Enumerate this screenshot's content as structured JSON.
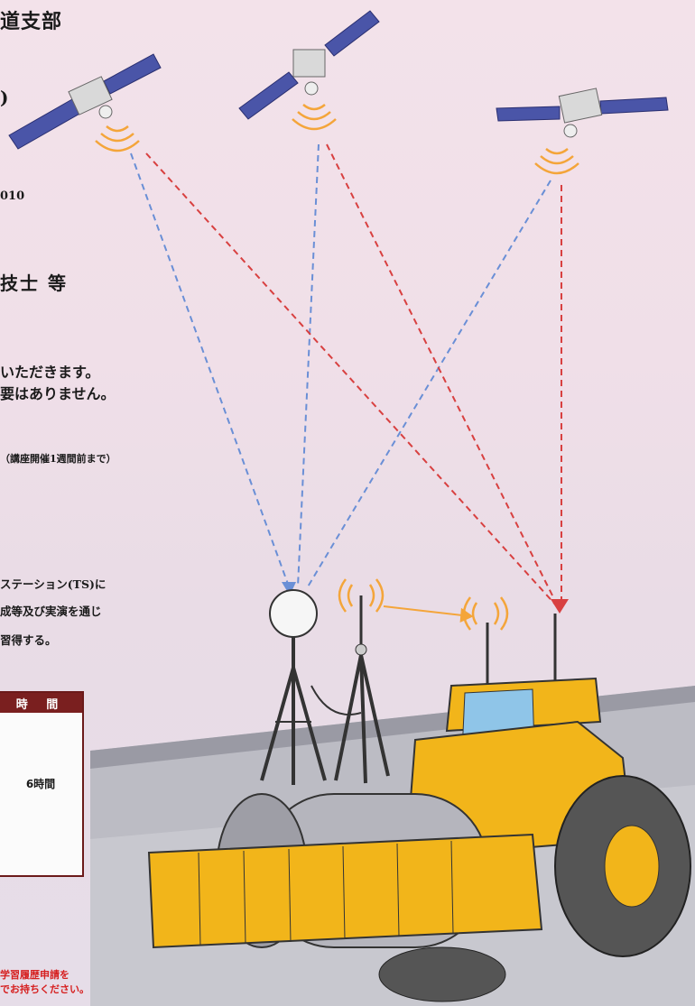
{
  "doc": {
    "title_fragment": "道支部",
    "paren_fragment": ")",
    "year_fragment": "010",
    "qualification_fragment": "技士 等",
    "bring_line1": "いただきます。",
    "bring_line2": "要はありません。",
    "deadline_note": "（講座開催1週間前まで）",
    "objective_line1": "ステーション(TS)に",
    "objective_line2": "成等及び実演を通じ",
    "objective_line3": "習得する。",
    "table": {
      "header": "時 間",
      "value": "6時間"
    },
    "red_note_line1": "学習履歴申請を",
    "red_note_line2": "でお持ちください。"
  },
  "illustration": {
    "subject": "GNSS satellites guiding a road roller with antennas and tripod base station",
    "colors": {
      "satellite_panel": "#4a55a8",
      "satellite_body": "#d9d9d9",
      "signal_waves": "#f4a53a",
      "blue_beam": "#6a8fd6",
      "red_beam": "#d84040",
      "roller_body": "#f2b51a",
      "wheel": "#555555"
    },
    "icons": [
      "satellite-icon",
      "radio-wave-icon",
      "tripod-icon",
      "road-roller-icon"
    ]
  }
}
